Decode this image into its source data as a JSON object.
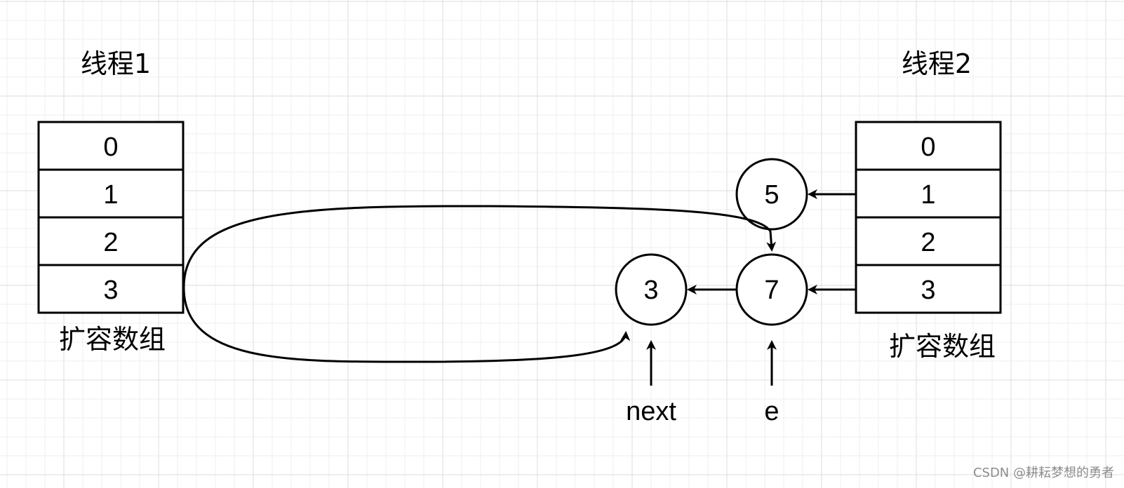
{
  "thread1": {
    "title": "线程1",
    "array_label": "扩容数组",
    "cells": [
      "0",
      "1",
      "2",
      "3"
    ]
  },
  "thread2": {
    "title": "线程2",
    "array_label": "扩容数组",
    "cells": [
      "0",
      "1",
      "2",
      "3"
    ]
  },
  "nodes": {
    "node5": "5",
    "node7": "7",
    "node3": "3"
  },
  "pointers": {
    "next_label": "next",
    "e_label": "e"
  },
  "watermark": "CSDN @耕耘梦想的勇者",
  "colors": {
    "stroke": "#000000",
    "grid_minor": "#efefef",
    "grid_major": "#dcdcdc",
    "background": "#ffffff"
  }
}
